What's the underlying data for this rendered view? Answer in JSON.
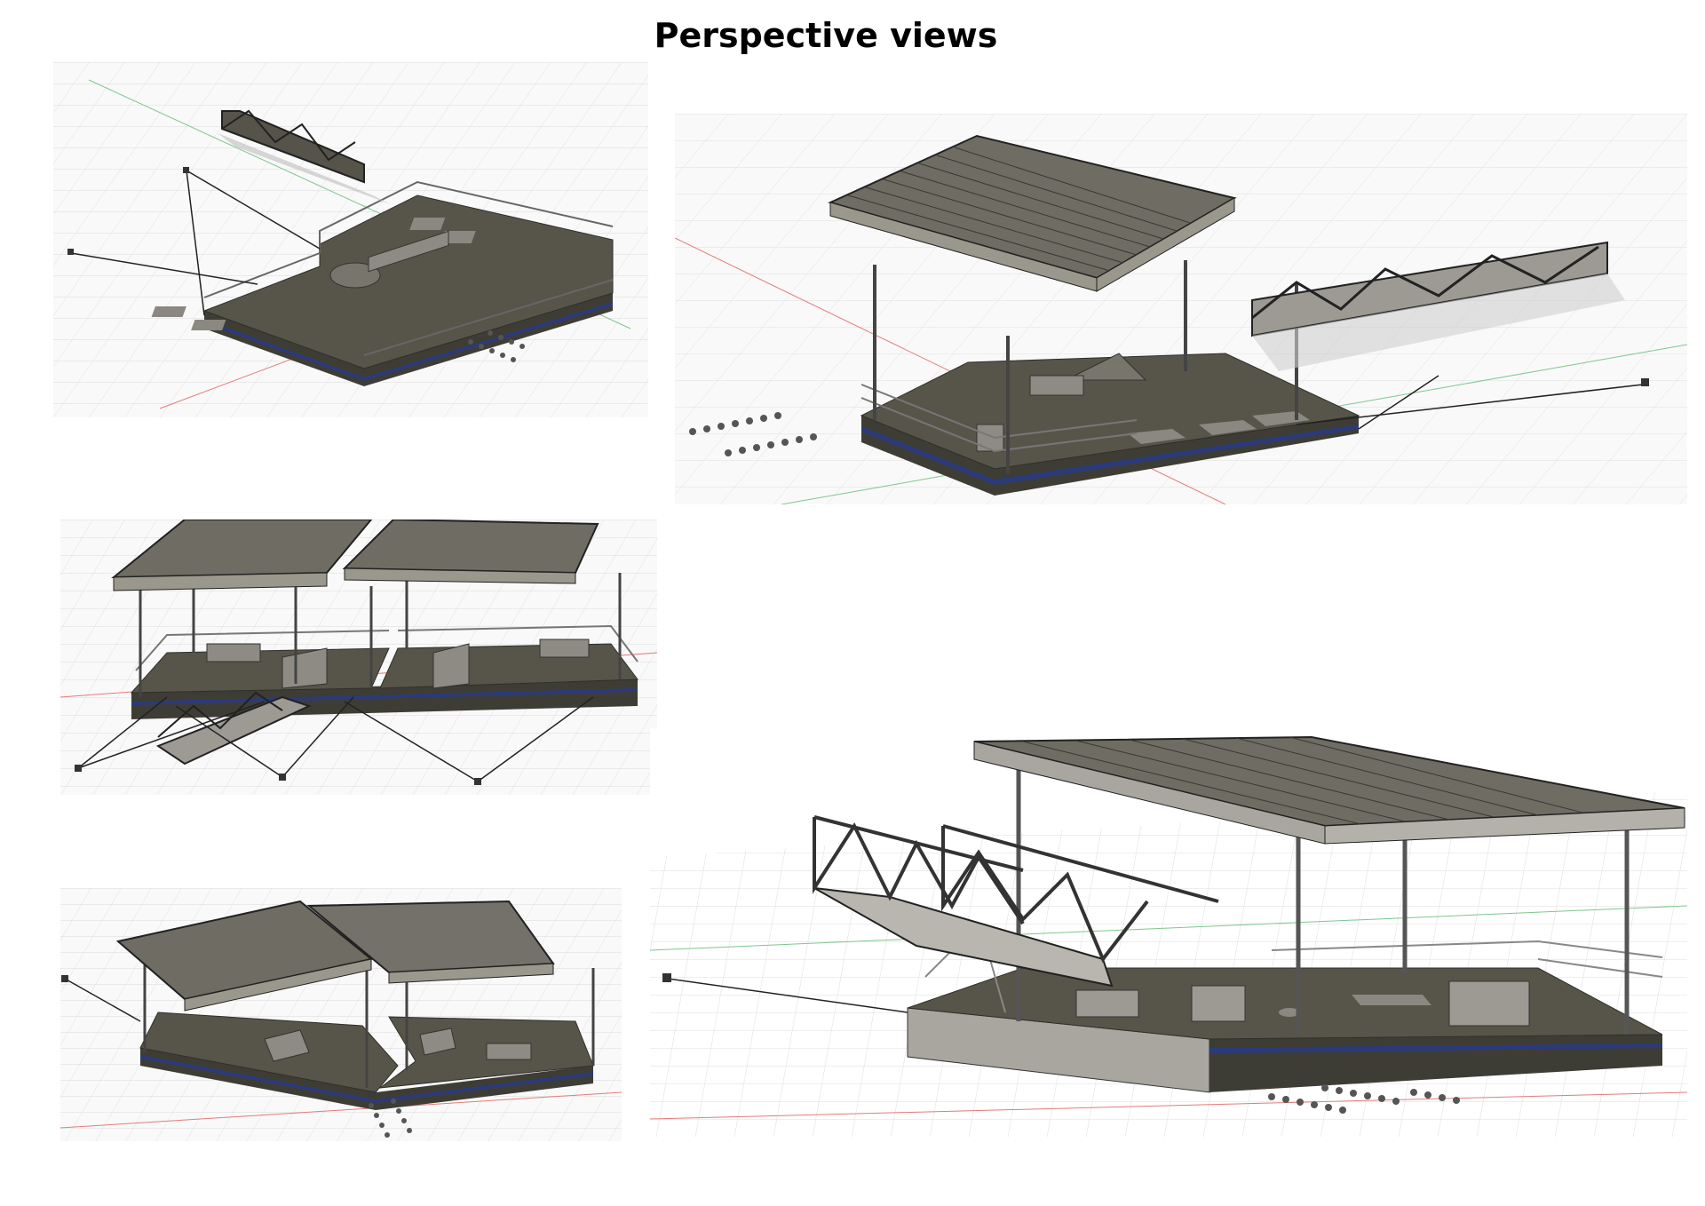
{
  "page": {
    "title": "Perspective views"
  },
  "palette": {
    "background": "#ffffff",
    "grid": "#dcdcdc",
    "deck": "#57554a",
    "deck_side": "#3e3d35",
    "hull_stripe": "#2b3a7a",
    "roof": "#6f6c63",
    "frame": "#4a4a4a",
    "axis_red": "#e37b7b",
    "axis_green": "#7fc68f"
  },
  "views": [
    {
      "id": "view-1",
      "label": "top-left perspective, open deck with gangway"
    },
    {
      "id": "view-2",
      "label": "top-right perspective, single roof with gangway"
    },
    {
      "id": "view-3",
      "label": "middle-left perspective, double roof"
    },
    {
      "id": "view-4",
      "label": "bottom-left perspective, double roof"
    },
    {
      "id": "view-5",
      "label": "bottom-right close perspective, roof and ramp"
    }
  ]
}
